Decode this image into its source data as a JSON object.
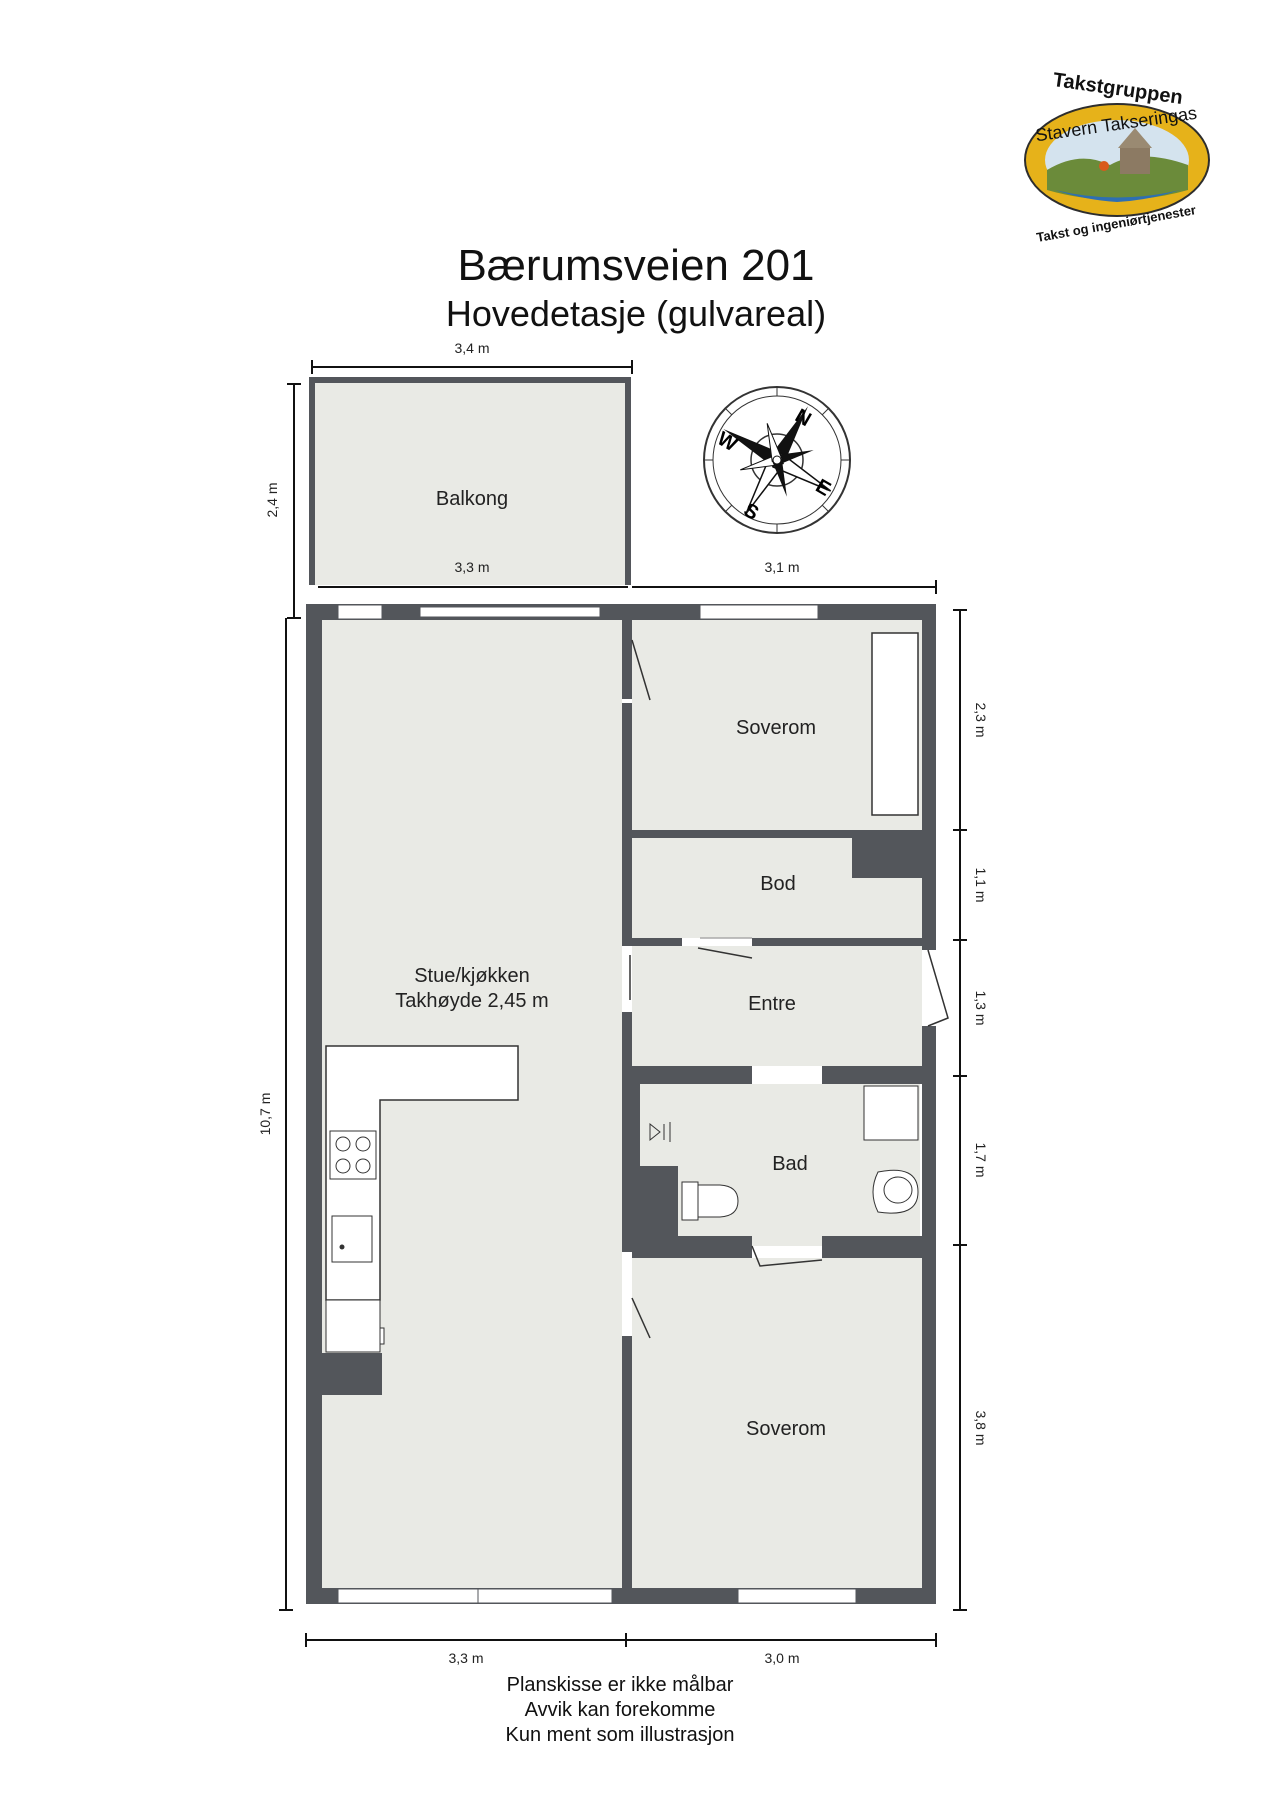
{
  "title": "Bærumsveien 201",
  "subtitle": "Hovedetasje (gulvareal)",
  "logo": {
    "top_text": "Takstgruppen",
    "center_text": "Stavern Takseringas",
    "bottom_text": "Takst og ingeniørtjenester",
    "colors": {
      "ring": "#e6b21a",
      "text": "#111111",
      "land": "#6b8b3a",
      "water": "#2e6fb2"
    }
  },
  "compass": {
    "n": "N",
    "e": "E",
    "s": "S",
    "w": "W"
  },
  "rooms": {
    "balkong": "Balkong",
    "stue_line1": "Stue/kjøkken",
    "stue_line2": "Takhøyde 2,45 m",
    "soverom_top": "Soverom",
    "bod": "Bod",
    "entre": "Entre",
    "bad": "Bad",
    "soverom_bottom": "Soverom"
  },
  "dimensions": {
    "balkong_top": "3,4 m",
    "balkong_left": "2,4 m",
    "balkong_inner": "3,3 m",
    "top_right": "3,1 m",
    "left_total": "10,7 m",
    "right_soverom": "2,3 m",
    "right_bod": "1,1 m",
    "right_entre": "1,3 m",
    "right_bad": "1,7 m",
    "right_soverom_bottom": "3,8 m",
    "bottom_left": "3,3 m",
    "bottom_right": "3,0 m"
  },
  "notes": [
    "Planskisse er ikke målbar",
    "Avvik kan forekomme",
    "Kun ment som illustrasjon"
  ],
  "colors": {
    "wall": "#53565b",
    "floor": "#e9eae5",
    "window": "#ffffff"
  }
}
